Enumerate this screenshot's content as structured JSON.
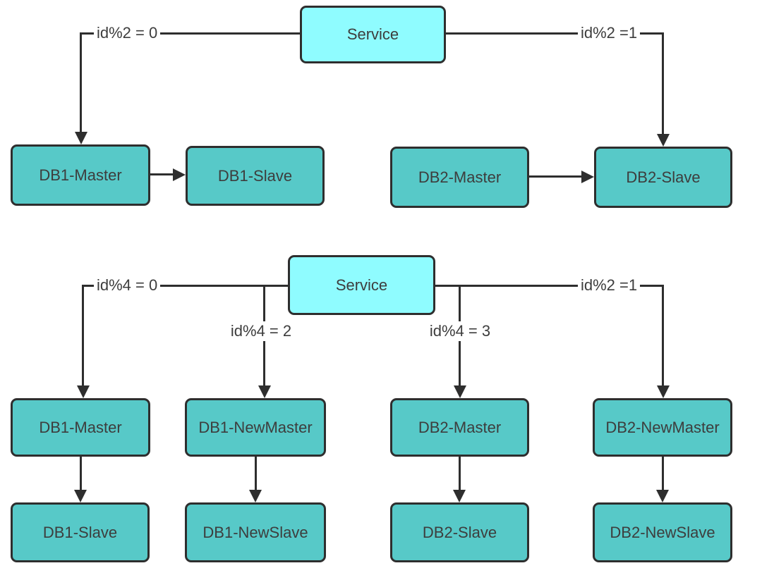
{
  "colors": {
    "service_fill": "#8ffcff",
    "db_fill": "#57c9c8",
    "line_color": "#2e2e2e",
    "text_color": "#3d3d3d"
  },
  "top_diagram": {
    "service_label": "Service",
    "left_branch_label": "id%2 = 0",
    "right_branch_label": "id%2 =1",
    "db1_master": "DB1-Master",
    "db1_slave": "DB1-Slave",
    "db2_master": "DB2-Master",
    "db2_slave": "DB2-Slave"
  },
  "bottom_diagram": {
    "service_label": "Service",
    "branch_labels": {
      "mod4_0": "id%4 = 0",
      "mod4_2": "id%4 = 2",
      "mod4_3": "id%4 = 3",
      "mod2_1": "id%2 =1"
    },
    "row1": [
      "DB1-Master",
      "DB1-NewMaster",
      "DB2-Master",
      "DB2-NewMaster"
    ],
    "row2": [
      "DB1-Slave",
      "DB1-NewSlave",
      "DB2-Slave",
      "DB2-NewSlave"
    ]
  }
}
